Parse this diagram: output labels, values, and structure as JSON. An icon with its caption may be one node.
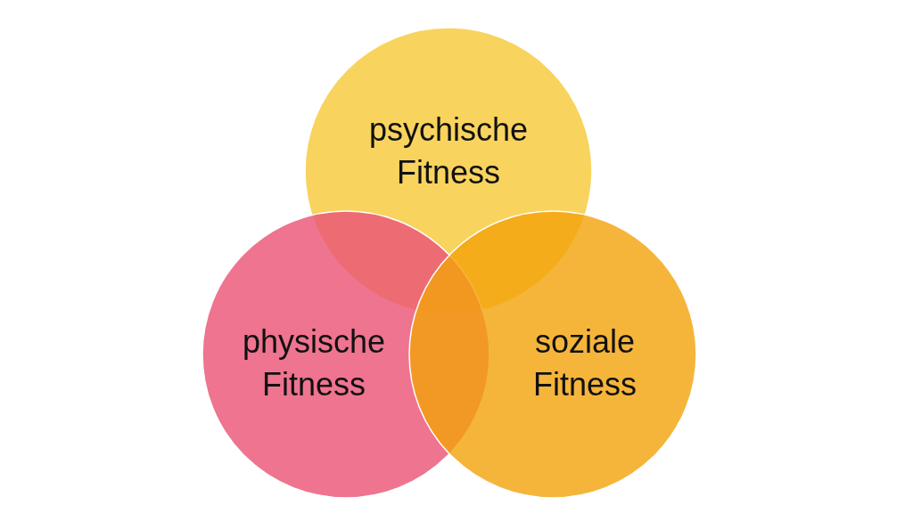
{
  "diagram": {
    "nodes": [
      {
        "text": [
          "psychische Fitness"
        ]
      },
      {
        "text": [
          "physische Fitness"
        ]
      },
      {
        "text": [
          "soziale Fitness"
        ]
      }
    ],
    "edges": []
  }
}
